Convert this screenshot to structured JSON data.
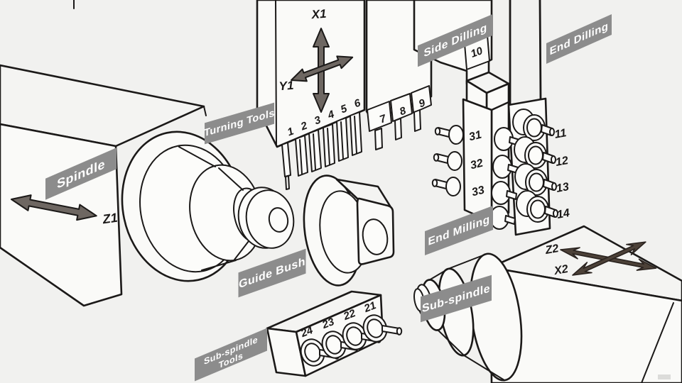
{
  "diagram": {
    "banners": {
      "spindle": "Spindle",
      "turning_tools": "Turning Tools",
      "side_drilling": "Side Dilling",
      "end_drilling": "End Dilling",
      "guide_bush": "Guide Bush",
      "end_milling": "End Milling",
      "sub_spindle": "Sub-spindle",
      "sub_spindle_tools": {
        "line1": "Sub-spindle",
        "line2": "Tools"
      }
    },
    "axis_labels": {
      "x1": "X1",
      "y1": "Y1",
      "z1": "Z1",
      "z2": "Z2",
      "x2": "X2"
    },
    "tool_numbers": {
      "turning": [
        "1",
        "2",
        "3",
        "4",
        "5",
        "6"
      ],
      "side_drilling": [
        "7",
        "8",
        "9",
        "10"
      ],
      "end_drilling": [
        "11",
        "12",
        "13",
        "14"
      ],
      "end_milling": [
        "31",
        "32",
        "33"
      ],
      "sub_spindle_tools": [
        "21",
        "22",
        "23",
        "24"
      ]
    },
    "colors": {
      "background": "#f1f1ef",
      "outline": "#1b1918",
      "face": "#fafaf8",
      "banner": "#8c8c8c",
      "banner_text": "#ffffff",
      "axis_arrow": "#6e6762",
      "axis_arrow_dark": "#4c4138"
    }
  }
}
